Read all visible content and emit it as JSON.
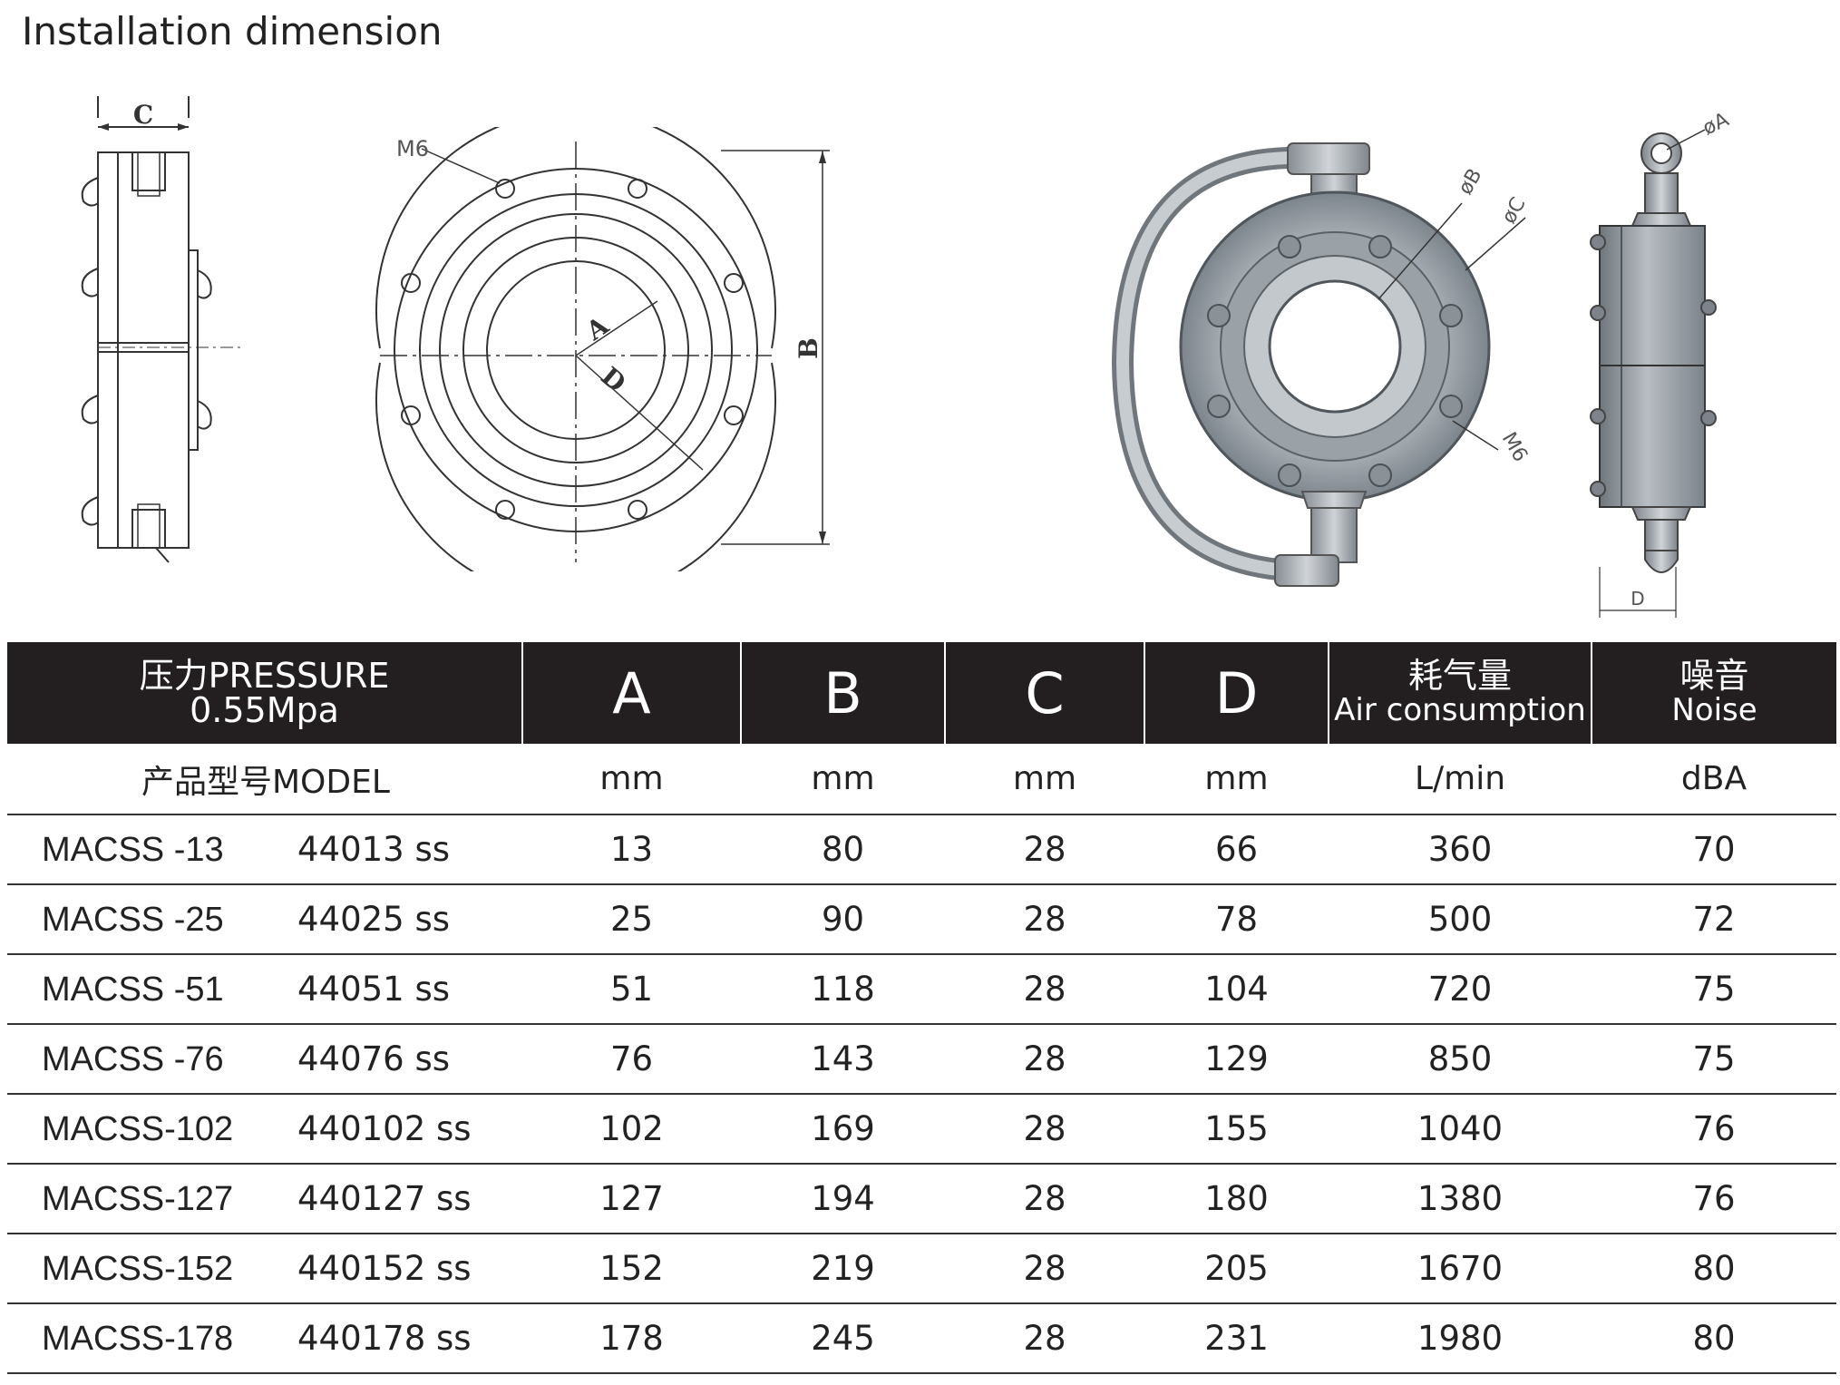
{
  "title": "Installation dimension",
  "drawing_labels": {
    "side_c": "C",
    "front_m6": "M6",
    "front_a": "A",
    "front_d": "D",
    "front_b": "B",
    "iso_phi_b": "øB",
    "iso_phi_c": "øC",
    "iso_m6": "M6",
    "iso_side_phi_a": "øA",
    "iso_side_d": "D"
  },
  "table": {
    "header": {
      "pressure_cn": "压力PRESSURE",
      "pressure_val": "0.55Mpa",
      "col_a": "A",
      "col_b": "B",
      "col_c": "C",
      "col_d": "D",
      "air_cn": "耗气量",
      "air_en": "Air consumption",
      "noise_cn": "噪音",
      "noise_en": "Noise"
    },
    "units": {
      "model_label": "产品型号MODEL",
      "a": "mm",
      "b": "mm",
      "c": "mm",
      "d": "mm",
      "air": "L/min",
      "noise": "dBA"
    },
    "rows": [
      {
        "model": "MACSS -13",
        "code": "44013 ss",
        "a": "13",
        "b": "80",
        "c": "28",
        "d": "66",
        "air": "360",
        "noise": "70"
      },
      {
        "model": "MACSS -25",
        "code": "44025 ss",
        "a": "25",
        "b": "90",
        "c": "28",
        "d": "78",
        "air": "500",
        "noise": "72"
      },
      {
        "model": "MACSS -51",
        "code": "44051 ss",
        "a": "51",
        "b": "118",
        "c": "28",
        "d": "104",
        "air": "720",
        "noise": "75"
      },
      {
        "model": "MACSS -76",
        "code": "44076 ss",
        "a": "76",
        "b": "143",
        "c": "28",
        "d": "129",
        "air": "850",
        "noise": "75"
      },
      {
        "model": "MACSS-102",
        "code": "440102 ss",
        "a": "102",
        "b": "169",
        "c": "28",
        "d": "155",
        "air": "1040",
        "noise": "76"
      },
      {
        "model": "MACSS-127",
        "code": "440127 ss",
        "a": "127",
        "b": "194",
        "c": "28",
        "d": "180",
        "air": "1380",
        "noise": "76"
      },
      {
        "model": "MACSS-152",
        "code": "440152 ss",
        "a": "152",
        "b": "219",
        "c": "28",
        "d": "205",
        "air": "1670",
        "noise": "80"
      },
      {
        "model": "MACSS-178",
        "code": "440178 ss",
        "a": "178",
        "b": "245",
        "c": "28",
        "d": "231",
        "air": "1980",
        "noise": "80"
      }
    ]
  }
}
